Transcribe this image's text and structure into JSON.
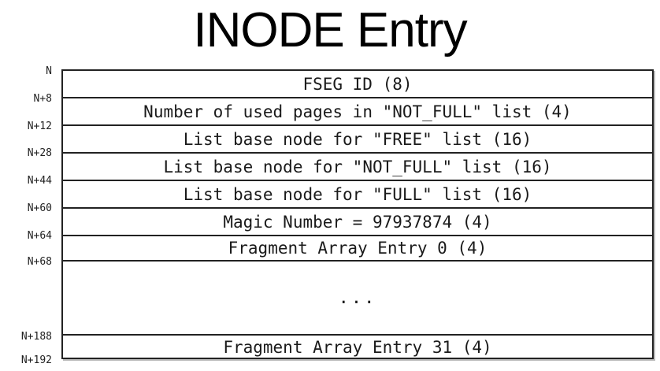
{
  "title": "INODE Entry",
  "rows": [
    {
      "label": "FSEG ID (8)"
    },
    {
      "label": "Number of used pages in \"NOT_FULL\" list (4)"
    },
    {
      "label": "List base node for \"FREE\" list (16)"
    },
    {
      "label": "List base node for \"NOT_FULL\" list (16)"
    },
    {
      "label": "List base node for \"FULL\" list (16)"
    },
    {
      "label": "Magic Number = 97937874 (4)"
    },
    {
      "label": "Fragment Array Entry 0 (4)"
    },
    {
      "label": "..."
    },
    {
      "label": "Fragment Array Entry 31 (4)"
    }
  ],
  "offsets": [
    "N",
    "N+8",
    "N+12",
    "N+28",
    "N+44",
    "N+60",
    "N+64",
    "N+68",
    "N+188",
    "N+192"
  ]
}
